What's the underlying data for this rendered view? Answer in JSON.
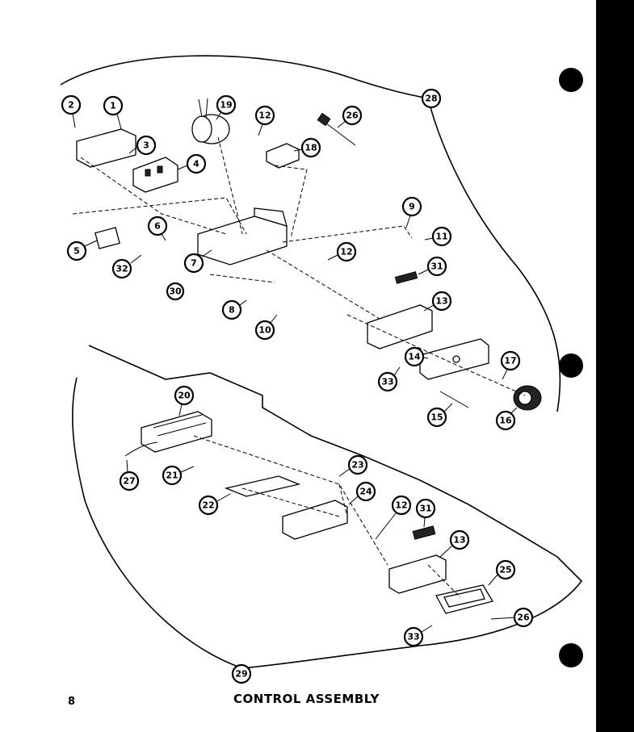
{
  "page": {
    "number": "8",
    "title": "CONTROL ASSEMBLY"
  },
  "callouts": [
    "1",
    "2",
    "3",
    "4",
    "5",
    "6",
    "7",
    "8",
    "9",
    "10",
    "11",
    "12",
    "12",
    "12",
    "13",
    "13",
    "14",
    "15",
    "16",
    "17",
    "18",
    "19",
    "20",
    "21",
    "22",
    "23",
    "24",
    "25",
    "26",
    "26",
    "27",
    "28",
    "29",
    "30",
    "31",
    "31",
    "32",
    "33",
    "33"
  ]
}
